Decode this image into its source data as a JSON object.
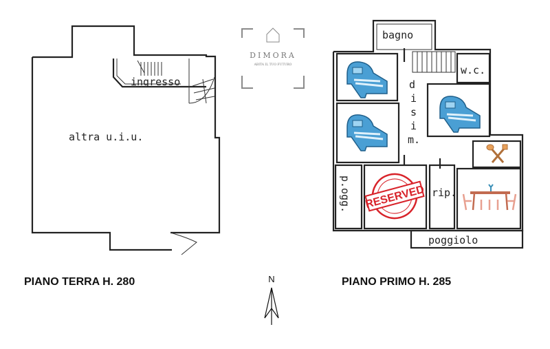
{
  "logo": {
    "brand": "DIMORA",
    "tagline": "ABITA IL TUO FUTURO",
    "color": "#8a8a8a"
  },
  "ground_floor": {
    "title": "PIANO TERRA H. 280",
    "rooms": {
      "main": "altra u.i.u.",
      "entrance": "ingresso"
    }
  },
  "first_floor": {
    "title": "PIANO PRIMO H. 285",
    "rooms": {
      "bathroom": "bagno",
      "wc": "w.c.",
      "hall": [
        "d",
        "i",
        "s",
        "i",
        "m."
      ],
      "balcony_side": "p.ogg.",
      "storage": "rip.",
      "balcony": "poggiolo"
    },
    "icons": [
      "bed-icon",
      "bed-icon",
      "bed-icon",
      "kitchen-utensils-icon",
      "dining-table-icon",
      "reserved-stamp"
    ],
    "stamp": {
      "text": "RESERVED",
      "color": "#d8232a"
    },
    "bed_color": "#4a9fd4"
  },
  "compass": {
    "label": "N"
  }
}
